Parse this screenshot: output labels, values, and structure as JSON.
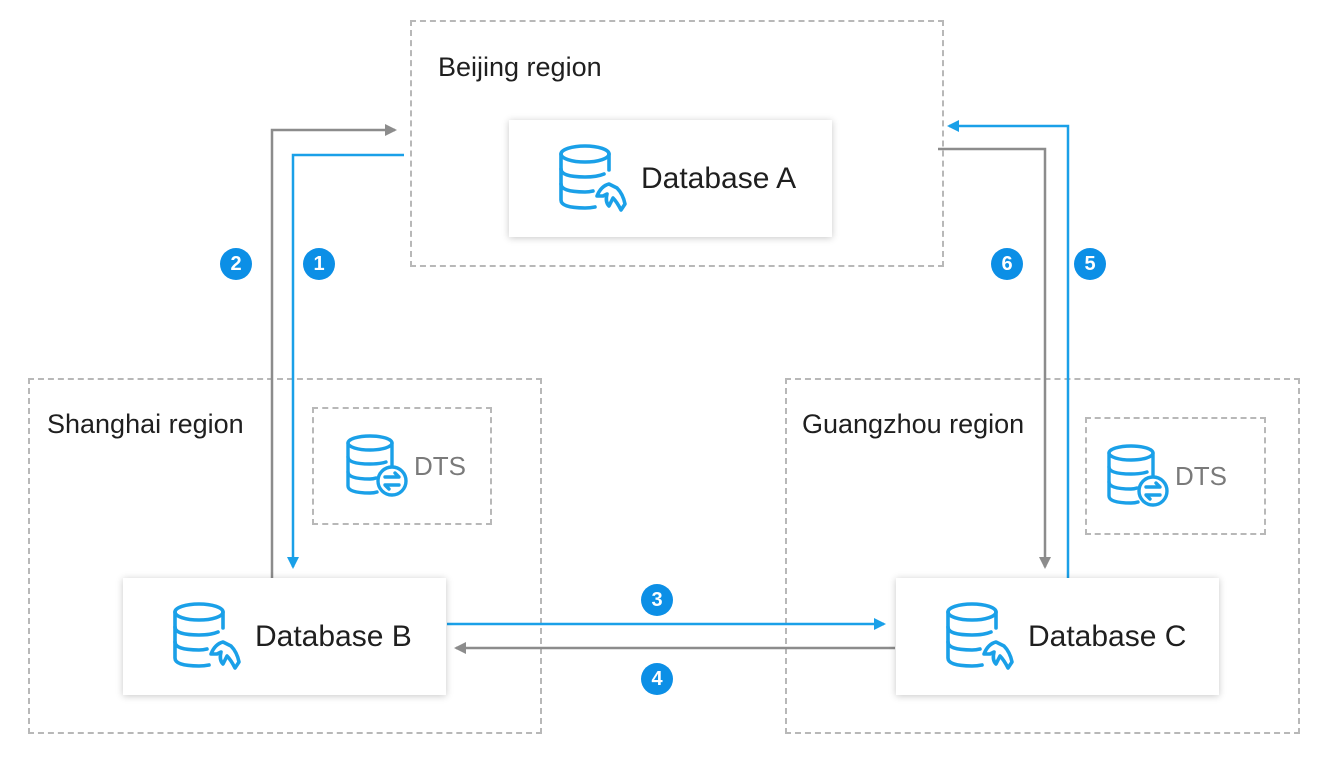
{
  "regions": {
    "beijing": {
      "label": "Beijing region"
    },
    "shanghai": {
      "label": "Shanghai region"
    },
    "guangzhou": {
      "label": "Guangzhou region"
    }
  },
  "databases": {
    "a": {
      "name": "Database A",
      "icon": "database-sync-icon"
    },
    "b": {
      "name": "Database B",
      "icon": "database-sync-icon"
    },
    "c": {
      "name": "Database C",
      "icon": "database-sync-icon"
    }
  },
  "dts": {
    "shanghai": {
      "label": "DTS",
      "icon": "dts-database-icon"
    },
    "guangzhou": {
      "label": "DTS",
      "icon": "dts-database-icon"
    }
  },
  "steps": [
    "1",
    "2",
    "3",
    "4",
    "5",
    "6"
  ],
  "colors": {
    "blue": "#1aa0e8",
    "gray": "#8c8c8c",
    "badge": "#0c8fe6",
    "dashed": "#b8b8b8"
  }
}
